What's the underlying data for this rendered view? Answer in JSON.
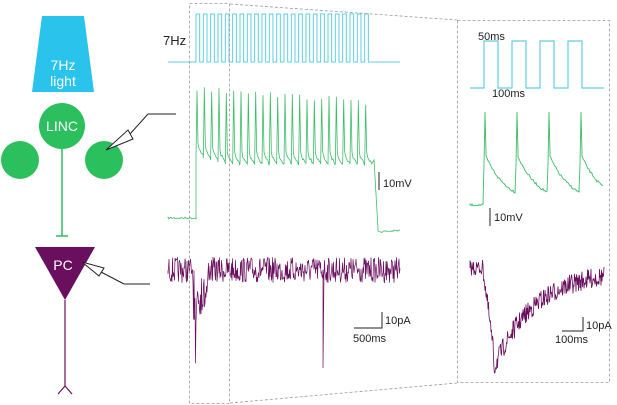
{
  "diagram": {
    "light_label_line1": "7Hz",
    "light_label_line2": "light",
    "linc_label": "LINC",
    "pc_label": "PC"
  },
  "traces": {
    "stim_label": "7Hz",
    "voltage_scale": "10mV",
    "current_scale": "10pA",
    "time_scale": "500ms"
  },
  "inset": {
    "pulse_width_label": "50ms",
    "period_label": "100ms",
    "voltage_scale": "10mV",
    "current_scale": "10pA",
    "time_scale": "100ms"
  },
  "colors": {
    "light": "#29c3eb",
    "stim_trace": "#5fcfe0",
    "linc_cell": "#2bbf5e",
    "voltage_trace": "#3dbd6b",
    "pc_cell": "#6a0f5e",
    "current_trace": "#6a0f5e",
    "dashed_box": "#9a9a9a"
  }
}
